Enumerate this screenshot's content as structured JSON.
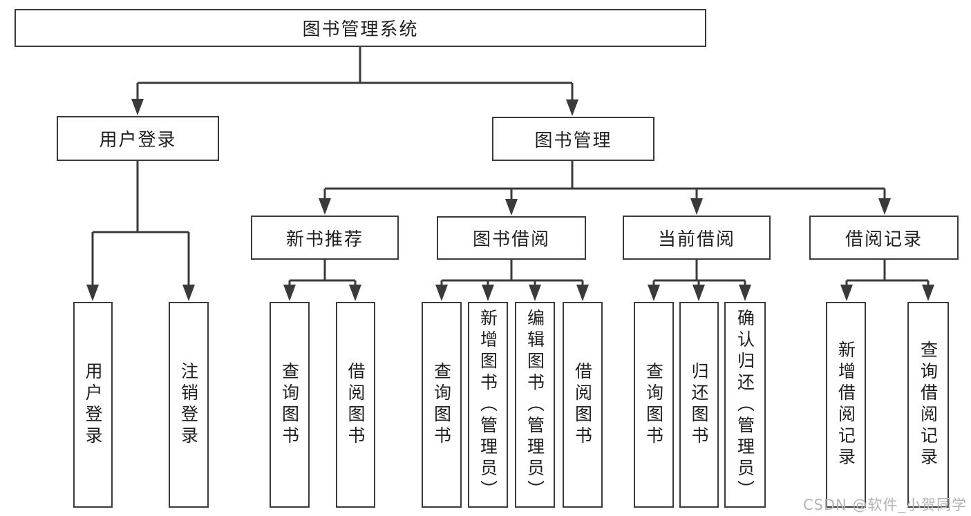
{
  "tree": {
    "label": "图书管理系统",
    "children": [
      {
        "label": "用户登录",
        "children": [
          {
            "label": "用户登录"
          },
          {
            "label": "注销登录"
          }
        ]
      },
      {
        "label": "图书管理",
        "children": [
          {
            "label": "新书推荐",
            "children": [
              {
                "label": "查询图书"
              },
              {
                "label": "借阅图书"
              }
            ]
          },
          {
            "label": "图书借阅",
            "children": [
              {
                "label": "查询图书"
              },
              {
                "label": "新增图书（管理员）"
              },
              {
                "label": "编辑图书（管理员）"
              },
              {
                "label": "借阅图书"
              }
            ]
          },
          {
            "label": "当前借阅",
            "children": [
              {
                "label": "查询图书"
              },
              {
                "label": "归还图书"
              },
              {
                "label": "确认归还（管理员）"
              }
            ]
          },
          {
            "label": "借阅记录",
            "children": [
              {
                "label": "新增借阅记录"
              },
              {
                "label": "查询借阅记录"
              }
            ]
          }
        ]
      }
    ]
  },
  "watermark": "CSDN @软件_小贺同学",
  "colors": {
    "line": "#3a3a3a",
    "box_border": "#3a3a3a",
    "text": "#1f1f1f",
    "background": "#ffffff",
    "watermark": "#b3b3b3"
  }
}
